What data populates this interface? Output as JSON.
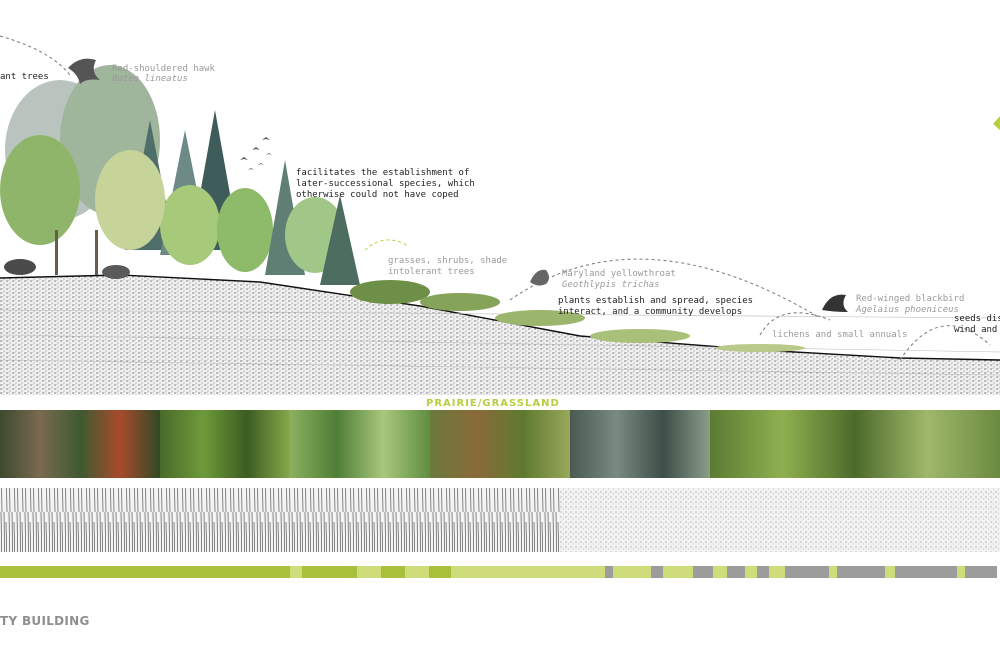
{
  "labels": {
    "tolerant_trees": "ant trees",
    "hawk_name": "Red-shouldered hawk",
    "hawk_latin": "Buteo lineatus",
    "facilitates": "facilitates the establishment of\nlater-successional species, which\notherwise could not have coped",
    "grasses": "grasses, shrubs, shade\nintolerant trees",
    "yellowthroat_name": "Maryland yellowthroat",
    "yellowthroat_latin": "Geothlypis trichas",
    "plants_establish": "plants establish and spread, species\ninteract, and a community develops",
    "blackbird_name": "Red-winged blackbird",
    "blackbird_latin": "Agelaius phoeniceus",
    "lichens": "lichens and small annuals",
    "seeds": "seeds disp\nwind and"
  },
  "section_label": "PRAIRIE/GRASSLAND",
  "footer_text": "TY BUILDING",
  "colors": {
    "accent_green": "#a8c03a",
    "light_green": "#cfdc7a",
    "grey": "#9c9c9c",
    "label_green": "#b7cf3f"
  },
  "icons": [
    "hawk-icon",
    "yellowthroat-icon",
    "blackbird-icon",
    "tree-cluster-icon",
    "bird-flock-icon"
  ],
  "photo_strip": [
    "pine-forest",
    "deciduous-shrubs",
    "grass-meadow",
    "wetland-reeds",
    "rock-lichen",
    "ground-cover"
  ],
  "color_bar": [
    {
      "c": "#a8c03a",
      "w": 290
    },
    {
      "c": "#cfdc7a",
      "w": 12
    },
    {
      "c": "#a8c03a",
      "w": 55
    },
    {
      "c": "#cfdc7a",
      "w": 24
    },
    {
      "c": "#a8c03a",
      "w": 24
    },
    {
      "c": "#cfdc7a",
      "w": 24
    },
    {
      "c": "#a8c03a",
      "w": 22
    },
    {
      "c": "#cfdc7a",
      "w": 154
    },
    {
      "c": "#9c9c9c",
      "w": 8
    },
    {
      "c": "#cfdc7a",
      "w": 38
    },
    {
      "c": "#9c9c9c",
      "w": 12
    },
    {
      "c": "#cfdc7a",
      "w": 30
    },
    {
      "c": "#9c9c9c",
      "w": 20
    },
    {
      "c": "#cfdc7a",
      "w": 14
    },
    {
      "c": "#9c9c9c",
      "w": 18
    },
    {
      "c": "#cfdc7a",
      "w": 12
    },
    {
      "c": "#9c9c9c",
      "w": 12
    },
    {
      "c": "#cfdc7a",
      "w": 16
    },
    {
      "c": "#9c9c9c",
      "w": 44
    },
    {
      "c": "#cfdc7a",
      "w": 8
    },
    {
      "c": "#9c9c9c",
      "w": 48
    },
    {
      "c": "#cfdc7a",
      "w": 10
    },
    {
      "c": "#9c9c9c",
      "w": 62
    },
    {
      "c": "#cfdc7a",
      "w": 8
    },
    {
      "c": "#9c9c9c",
      "w": 32
    }
  ]
}
